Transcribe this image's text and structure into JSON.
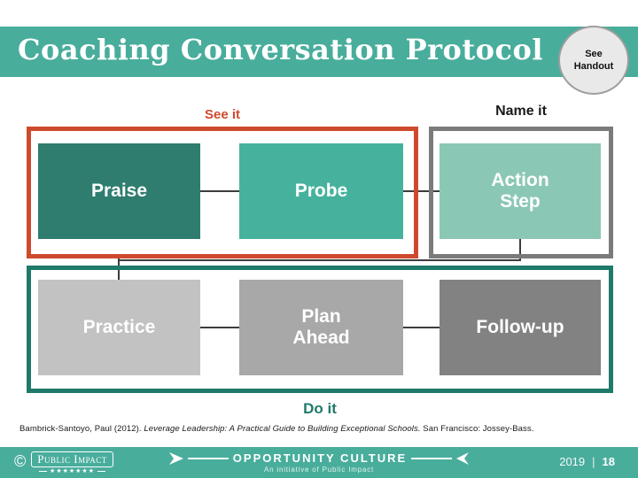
{
  "header": {
    "title": "Coaching Conversation Protocol",
    "handout_badge": "See Handout"
  },
  "diagram": {
    "see_it": {
      "label": "See it",
      "boxes": {
        "praise": "Praise",
        "probe": "Probe"
      }
    },
    "name_it": {
      "label": "Name it",
      "boxes": {
        "action_step": "Action Step"
      }
    },
    "do_it": {
      "label": "Do it",
      "boxes": {
        "practice": "Practice",
        "plan_ahead": "Plan Ahead",
        "follow_up": "Follow-up"
      }
    }
  },
  "citation": {
    "prefix": "Bambrick-Santoyo, Paul (2012). ",
    "book_title": "Leverage Leadership: A Practical Guide to Building Exceptional Schools.",
    "suffix": " San Francisco: Jossey-Bass."
  },
  "footer": {
    "copyright": "©",
    "org": "Public Impact",
    "stars": "★★★★★★★",
    "brand": "OPPORTUNITY CULTURE",
    "tagline": "An initiative of Public Impact",
    "year": "2019",
    "divider": "|",
    "page": "18"
  },
  "colors": {
    "band_teal": "#49AD9C",
    "group_red": "#CE4A2D",
    "group_gray": "#7B7B7B",
    "group_teal": "#1F7A6B",
    "box_praise": "#2E7D6F",
    "box_probe": "#46B29D",
    "box_action_step": "#8BC7B5",
    "box_practice": "#C2C2C2",
    "box_plan_ahead": "#A8A8A8",
    "box_follow_up": "#828282"
  }
}
